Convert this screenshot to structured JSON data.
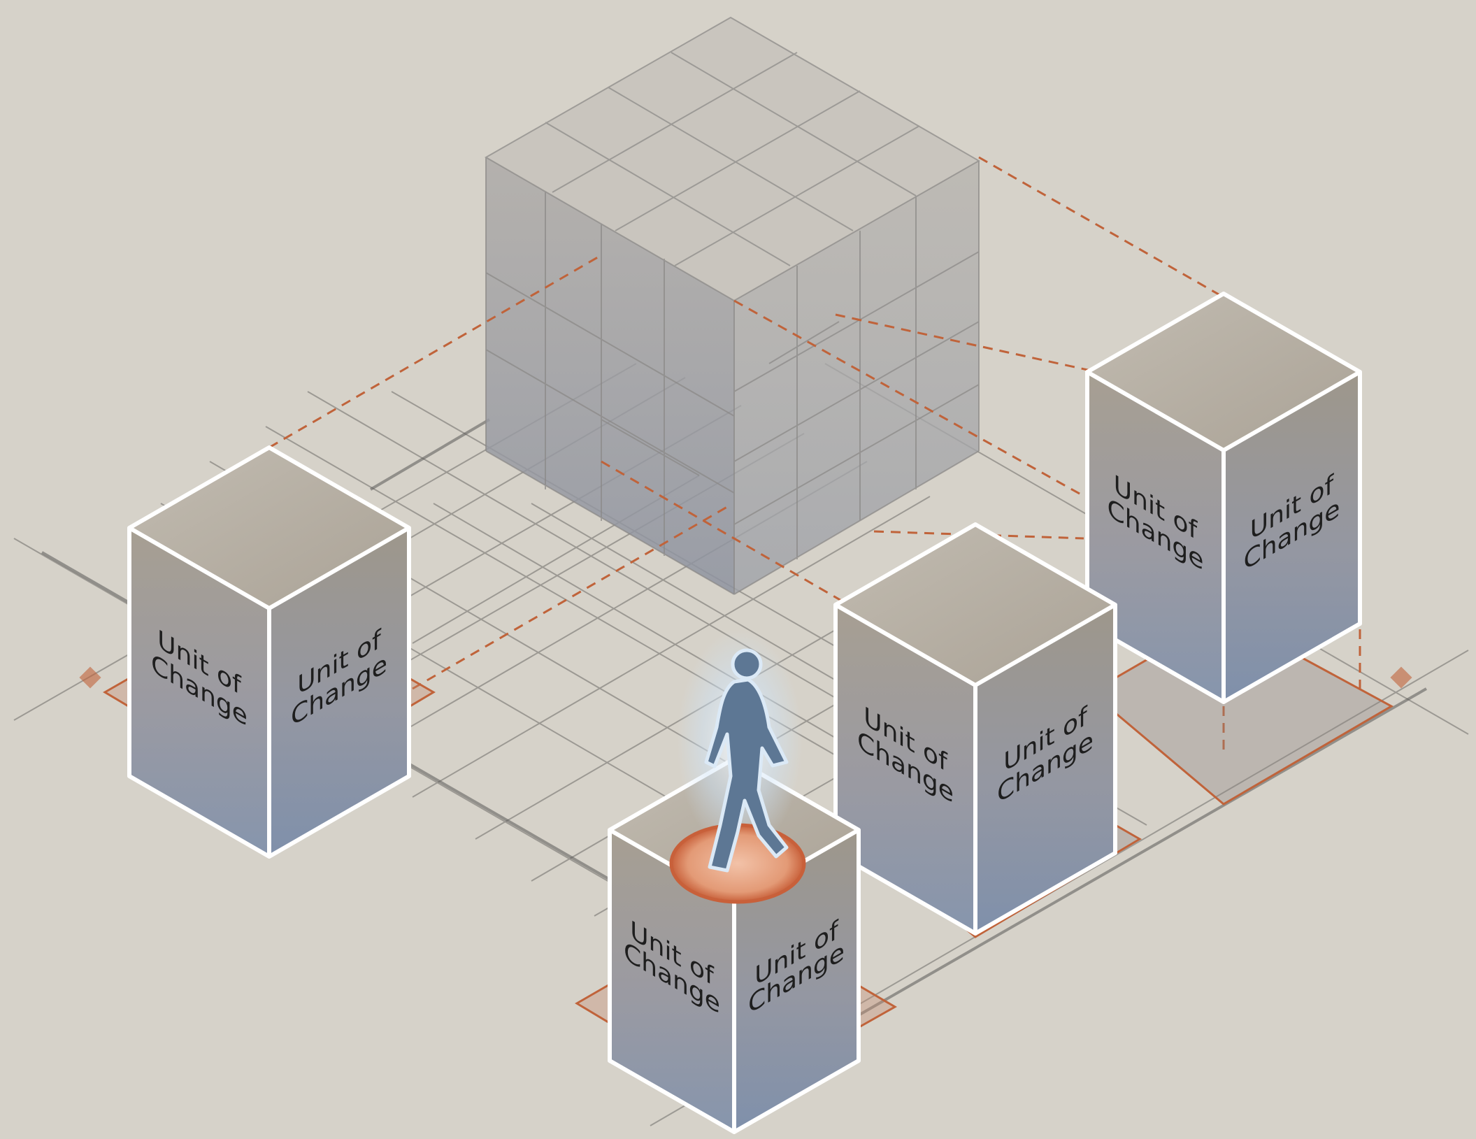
{
  "colors": {
    "background": "#d6d2c9",
    "accent_dashed": "#c0633a",
    "cube_edge": "#ffffff",
    "cube_top": "#b9b2a6",
    "cube_face_top": "#a8a093",
    "cube_face_bottom": "#8796ad",
    "monolith": "#9a9aa0",
    "figure_glow": "#bcd6f0",
    "figure_body": "#5d7794",
    "ring": "#d06b40",
    "grid": "#6d6b68"
  },
  "cubes": [
    {
      "name": "unit-of-change-left",
      "left_face": [
        "Unit of",
        "Change"
      ],
      "right_face": [
        "Unit of",
        "Change"
      ]
    },
    {
      "name": "unit-of-change-back-right",
      "left_face": [
        "Unit of",
        "Change"
      ],
      "right_face": [
        "Unit of",
        "Change"
      ]
    },
    {
      "name": "unit-of-change-center-right",
      "left_face": [
        "Unit of",
        "Change"
      ],
      "right_face": [
        "Unit of",
        "Change"
      ]
    },
    {
      "name": "unit-of-change-front",
      "left_face": [
        "Unit of",
        "Change"
      ],
      "right_face": [
        "Unit of",
        "Change"
      ]
    }
  ],
  "icons": {
    "figure": "walking-person-icon",
    "monolith": "monolith-block-icon"
  }
}
